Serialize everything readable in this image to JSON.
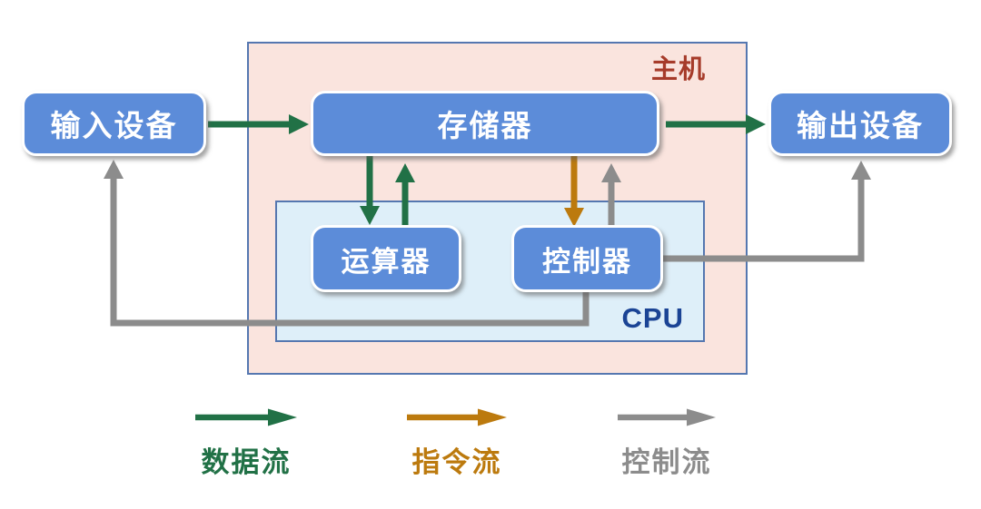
{
  "diagram": {
    "host": {
      "label": "主机"
    },
    "cpu": {
      "label": "CPU"
    },
    "nodes": {
      "input_device": "输入设备",
      "memory": "存储器",
      "output_device": "输出设备",
      "alu": "运算器",
      "control_unit": "控制器"
    },
    "legend": {
      "data_flow": "数据流",
      "instruction_flow": "指令流",
      "control_flow": "控制流"
    },
    "colors": {
      "data_flow": "#217146",
      "instruction_flow": "#bc7a0e",
      "control_flow": "#8c8c8c",
      "node_fill": "#5c8cd9",
      "node_text": "#ffffff",
      "host_fill": "#fae4de",
      "host_border": "#5577b0",
      "host_label": "#a63b2a",
      "cpu_fill": "#deeff9",
      "cpu_border": "#5577b0",
      "cpu_label": "#1b4495"
    }
  }
}
